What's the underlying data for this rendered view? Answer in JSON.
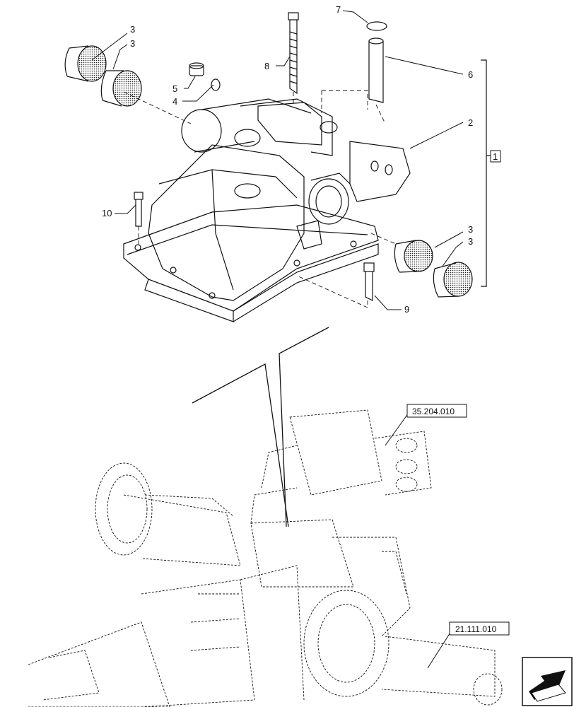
{
  "callouts": {
    "c1": "1",
    "c2": "2",
    "c3a": "3",
    "c3b": "3",
    "c3c": "3",
    "c3d": "3",
    "c4": "4",
    "c5": "5",
    "c6": "6",
    "c7": "7",
    "c8": "8",
    "c9": "9",
    "c10": "10"
  },
  "references": {
    "hydraulic_ref": "35.204.010",
    "axle_ref": "21.111.010"
  },
  "icons": {
    "nav": "direction-arrow-icon"
  },
  "colors": {
    "line": "#111111",
    "background": "#ffffff"
  }
}
